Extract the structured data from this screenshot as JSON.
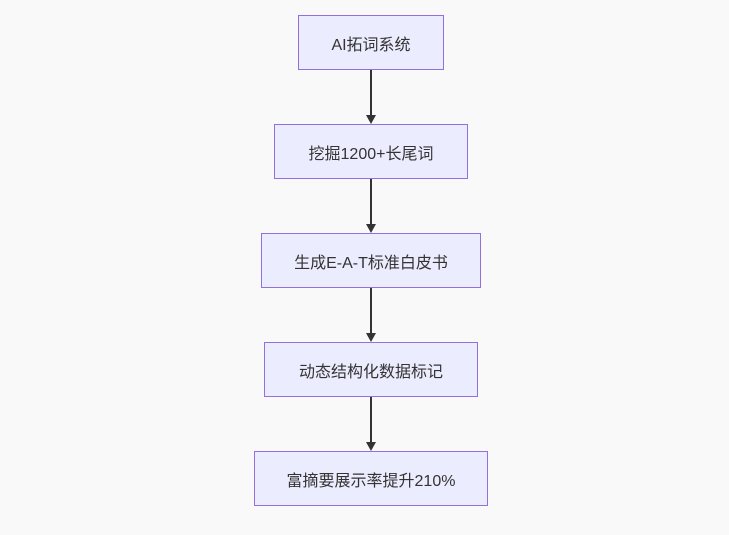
{
  "diagram": {
    "type": "flowchart",
    "direction": "top-down",
    "nodes": [
      {
        "id": "n1",
        "label": "AI拓词系统"
      },
      {
        "id": "n2",
        "label": "挖掘1200+长尾词"
      },
      {
        "id": "n3",
        "label": "生成E-A-T标准白皮书"
      },
      {
        "id": "n4",
        "label": "动态结构化数据标记"
      },
      {
        "id": "n5",
        "label": "富摘要展示率提升210%"
      }
    ],
    "edges": [
      {
        "from": "n1",
        "to": "n2"
      },
      {
        "from": "n2",
        "to": "n3"
      },
      {
        "from": "n3",
        "to": "n4"
      },
      {
        "from": "n4",
        "to": "n5"
      }
    ],
    "colors": {
      "background": "#f9f9f9",
      "node_fill": "#ECECFF",
      "node_border": "#9370DB",
      "node_text": "#333333",
      "arrow": "#333333"
    }
  }
}
